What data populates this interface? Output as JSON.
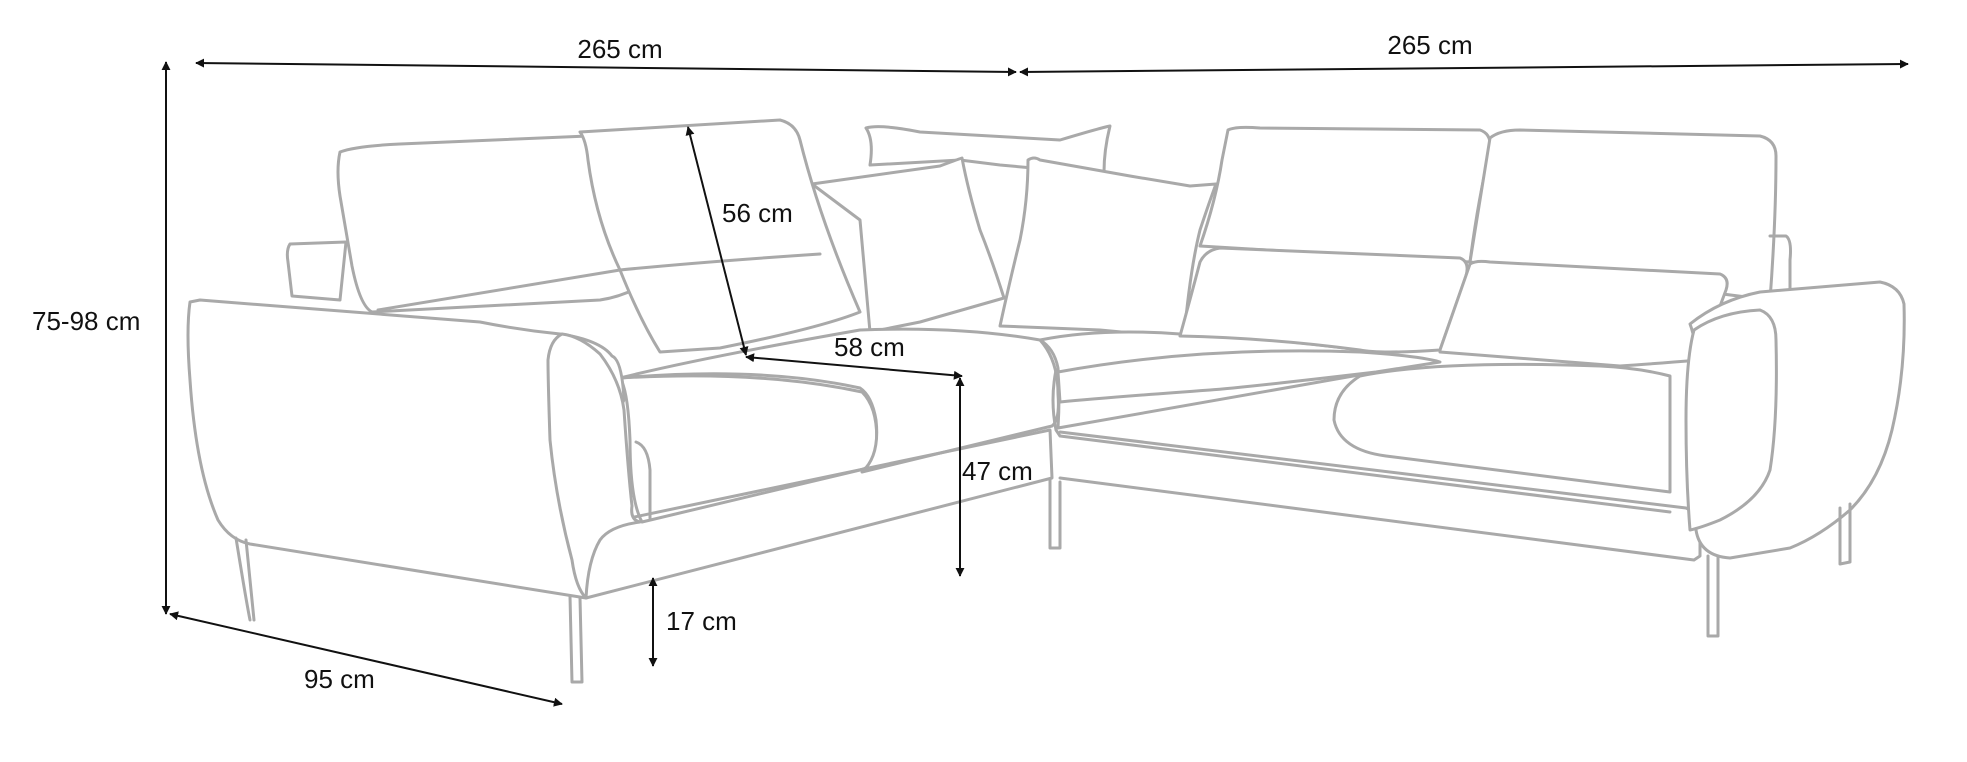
{
  "dimensions": {
    "left_width": "265 cm",
    "right_width": "265 cm",
    "total_height": "75-98 cm",
    "backrest_height": "56 cm",
    "seat_depth": "58 cm",
    "seat_height": "47 cm",
    "leg_height": "17 cm",
    "depth": "95 cm"
  },
  "colors": {
    "outline": "#a9a9a9",
    "dimension": "#111111",
    "background": "#ffffff"
  }
}
